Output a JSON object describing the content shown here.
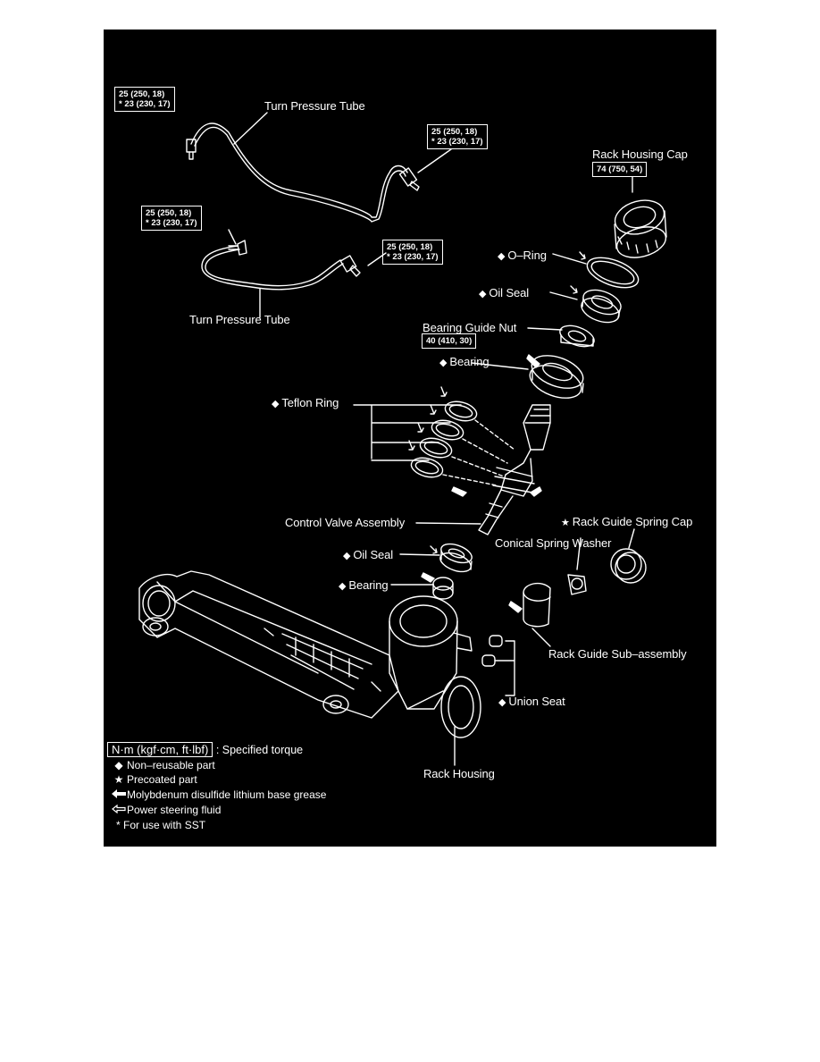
{
  "torque_boxes": [
    {
      "line1": "25 (250, 18)",
      "line2": "* 23 (230, 17)"
    },
    {
      "line1": "25 (250, 18)",
      "line2": "* 23 (230, 17)"
    },
    {
      "line1": "25 (250, 18)",
      "line2": "* 23 (230, 17)"
    },
    {
      "line1": "25 (250, 18)",
      "line2": "* 23 (230, 17)"
    },
    {
      "line1": "74 (750, 54)"
    },
    {
      "line1": "40 (410, 30)"
    }
  ],
  "labels": {
    "turn_pressure_tube_upper": "Turn Pressure Tube",
    "turn_pressure_tube_lower": "Turn Pressure Tube",
    "rack_housing_cap": "Rack Housing Cap",
    "o_ring": "O–Ring",
    "oil_seal_upper": "Oil Seal",
    "bearing_guide_nut": "Bearing Guide Nut",
    "bearing_upper": "Bearing",
    "teflon_ring": "Teflon Ring",
    "control_valve_assembly": "Control Valve Assembly",
    "rack_guide_spring_cap": "Rack Guide Spring Cap",
    "conical_spring_washer": "Conical Spring Washer",
    "oil_seal_lower": "Oil Seal",
    "bearing_lower": "Bearing",
    "rack_guide_sub_assembly": "Rack Guide Sub–assembly",
    "union_seat": "Union Seat",
    "rack_housing": "Rack Housing"
  },
  "markers": {
    "non_reusable": "◆",
    "precoated": "★"
  },
  "legend": {
    "units": "N·m (kgf·cm, ft·lbf)",
    "units_desc": ": Specified torque",
    "non_reusable": "Non–reusable part",
    "precoated": "Precoated part",
    "grease": "Molybdenum disulfide lithium base grease",
    "fluid": "Power steering fluid",
    "sst": "* For use with SST"
  },
  "colors": {
    "background": "#000000",
    "foreground": "#ffffff",
    "page": "#ffffff"
  }
}
